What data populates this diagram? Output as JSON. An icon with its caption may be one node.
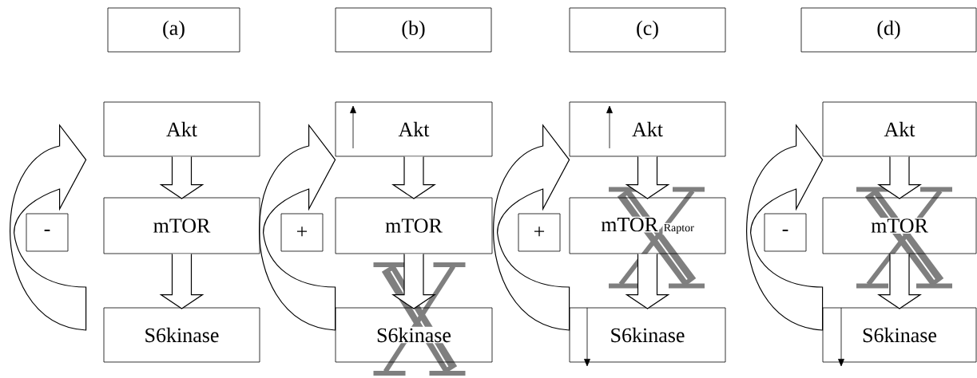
{
  "diagram": {
    "nodes": [
      {
        "text": [
          "(a)"
        ]
      },
      {
        "text": [
          "(b)"
        ]
      },
      {
        "text": [
          "(c)"
        ]
      },
      {
        "text": [
          "(d)"
        ]
      },
      {
        "text": [
          "Akt"
        ]
      },
      {
        "text": [
          "Akt"
        ]
      },
      {
        "text": [
          "Akt"
        ]
      },
      {
        "text": [
          "Akt"
        ]
      },
      {
        "text": [
          "-"
        ]
      },
      {
        "text": [
          "mTOR"
        ]
      },
      {
        "text": [
          "+"
        ]
      },
      {
        "text": [
          "mTOR"
        ]
      },
      {
        "text": [
          "+"
        ]
      },
      {
        "text": [
          "mTOR",
          "Raptor"
        ]
      },
      {
        "text": [
          "-"
        ]
      },
      {
        "text": [
          "mTOR"
        ]
      },
      {
        "text": [
          "S6kinase"
        ]
      },
      {
        "text": [
          "S6kinase"
        ]
      },
      {
        "text": [
          "S6kinase"
        ]
      },
      {
        "text": [
          "S6kinase"
        ]
      }
    ],
    "edges": [
      {
        "from": 4,
        "to": 9,
        "arrow": "to"
      },
      {
        "from": 9,
        "to": 16,
        "arrow": "to"
      },
      {
        "from": 16,
        "to": 4,
        "arrow": "to"
      },
      {
        "from": 5,
        "to": 11,
        "arrow": "to"
      },
      {
        "from": 11,
        "to": 17,
        "arrow": "to"
      },
      {
        "from": 17,
        "to": 5,
        "arrow": "to"
      },
      {
        "from": 6,
        "to": 13,
        "arrow": "to"
      },
      {
        "from": 13,
        "to": 18,
        "arrow": "to"
      },
      {
        "from": 18,
        "to": 6,
        "arrow": "to"
      },
      {
        "from": 7,
        "to": 15,
        "arrow": "to"
      },
      {
        "from": 15,
        "to": 19,
        "arrow": "to"
      },
      {
        "from": 19,
        "to": 7,
        "arrow": "to"
      }
    ]
  }
}
